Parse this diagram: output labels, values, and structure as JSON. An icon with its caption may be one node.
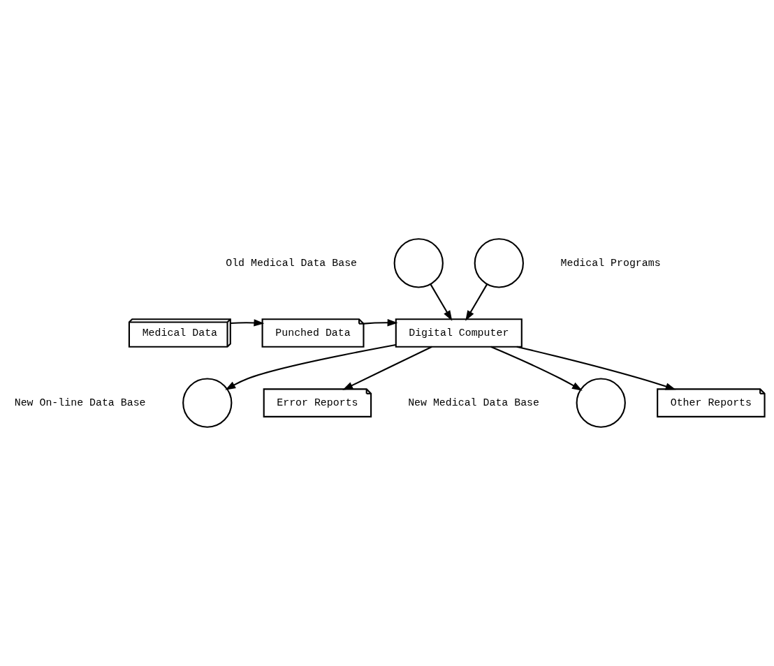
{
  "diagram": {
    "nodes": [
      {
        "text": [],
        "shape": "circle",
        "beside": [
          "Old Medical Data Base"
        ]
      },
      {
        "text": [],
        "shape": "circle",
        "beside": [
          "Medical Programs"
        ]
      },
      {
        "text": [
          "Medical Data"
        ]
      },
      {
        "text": [
          "Punched Data"
        ]
      },
      {
        "text": [
          "Digital Computer"
        ]
      },
      {
        "text": [
          "Error Reports"
        ]
      },
      {
        "text": [],
        "shape": "circle",
        "beside": [
          "New On-line Data Base"
        ]
      },
      {
        "text": [
          "Other Reports"
        ]
      },
      {
        "text": [],
        "shape": "circle",
        "beside": [
          "New Medical Data Base"
        ]
      }
    ],
    "edges": [
      {
        "from": 0,
        "to": 4,
        "arrow": "to"
      },
      {
        "from": 1,
        "to": 4,
        "arrow": "to"
      },
      {
        "from": 2,
        "to": 3,
        "arrow": "to"
      },
      {
        "from": 3,
        "to": 4,
        "arrow": "to"
      },
      {
        "from": 4,
        "to": 5,
        "arrow": "to"
      },
      {
        "from": 4,
        "to": 6,
        "arrow": "to"
      },
      {
        "from": 4,
        "to": 7,
        "arrow": "to"
      },
      {
        "from": 4,
        "to": 8,
        "arrow": "to"
      }
    ]
  }
}
